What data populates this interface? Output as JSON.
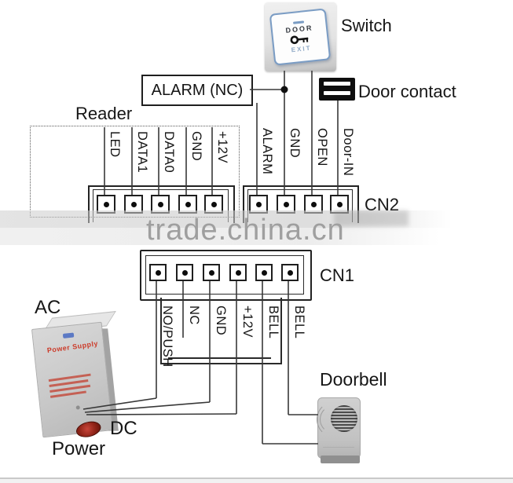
{
  "watermark": {
    "text": "trade.china.cn"
  },
  "labels": {
    "switch": "Switch",
    "door_contact": "Door contact",
    "alarm_nc": "ALARM (NC)",
    "reader": "Reader",
    "cn2": "CN2",
    "cn1": "CN1",
    "ac": "AC",
    "dc": "DC",
    "power": "Power",
    "doorbell": "Doorbell"
  },
  "switch_button": {
    "top": "DOOR",
    "bottom": "EXIT"
  },
  "power_supply": {
    "panel_title": "Power Supply"
  },
  "reader_terminals": [
    "LED",
    "DATA1",
    "DATA0",
    "GND",
    "+12V"
  ],
  "cn2_terminals": [
    "ALARM",
    "GND",
    "OPEN",
    "Door-IN"
  ],
  "cn1_terminals": [
    "NO/PUSH",
    "NC",
    "GND",
    "+12V",
    "BELL",
    "BELL"
  ],
  "colors": {
    "wire": "#383838",
    "watermark_text": "#9f9f9f",
    "switch_button_border": "#7a9cc4",
    "psu_text_red": "#cc3a28",
    "dc_connector": "#8e2317"
  }
}
